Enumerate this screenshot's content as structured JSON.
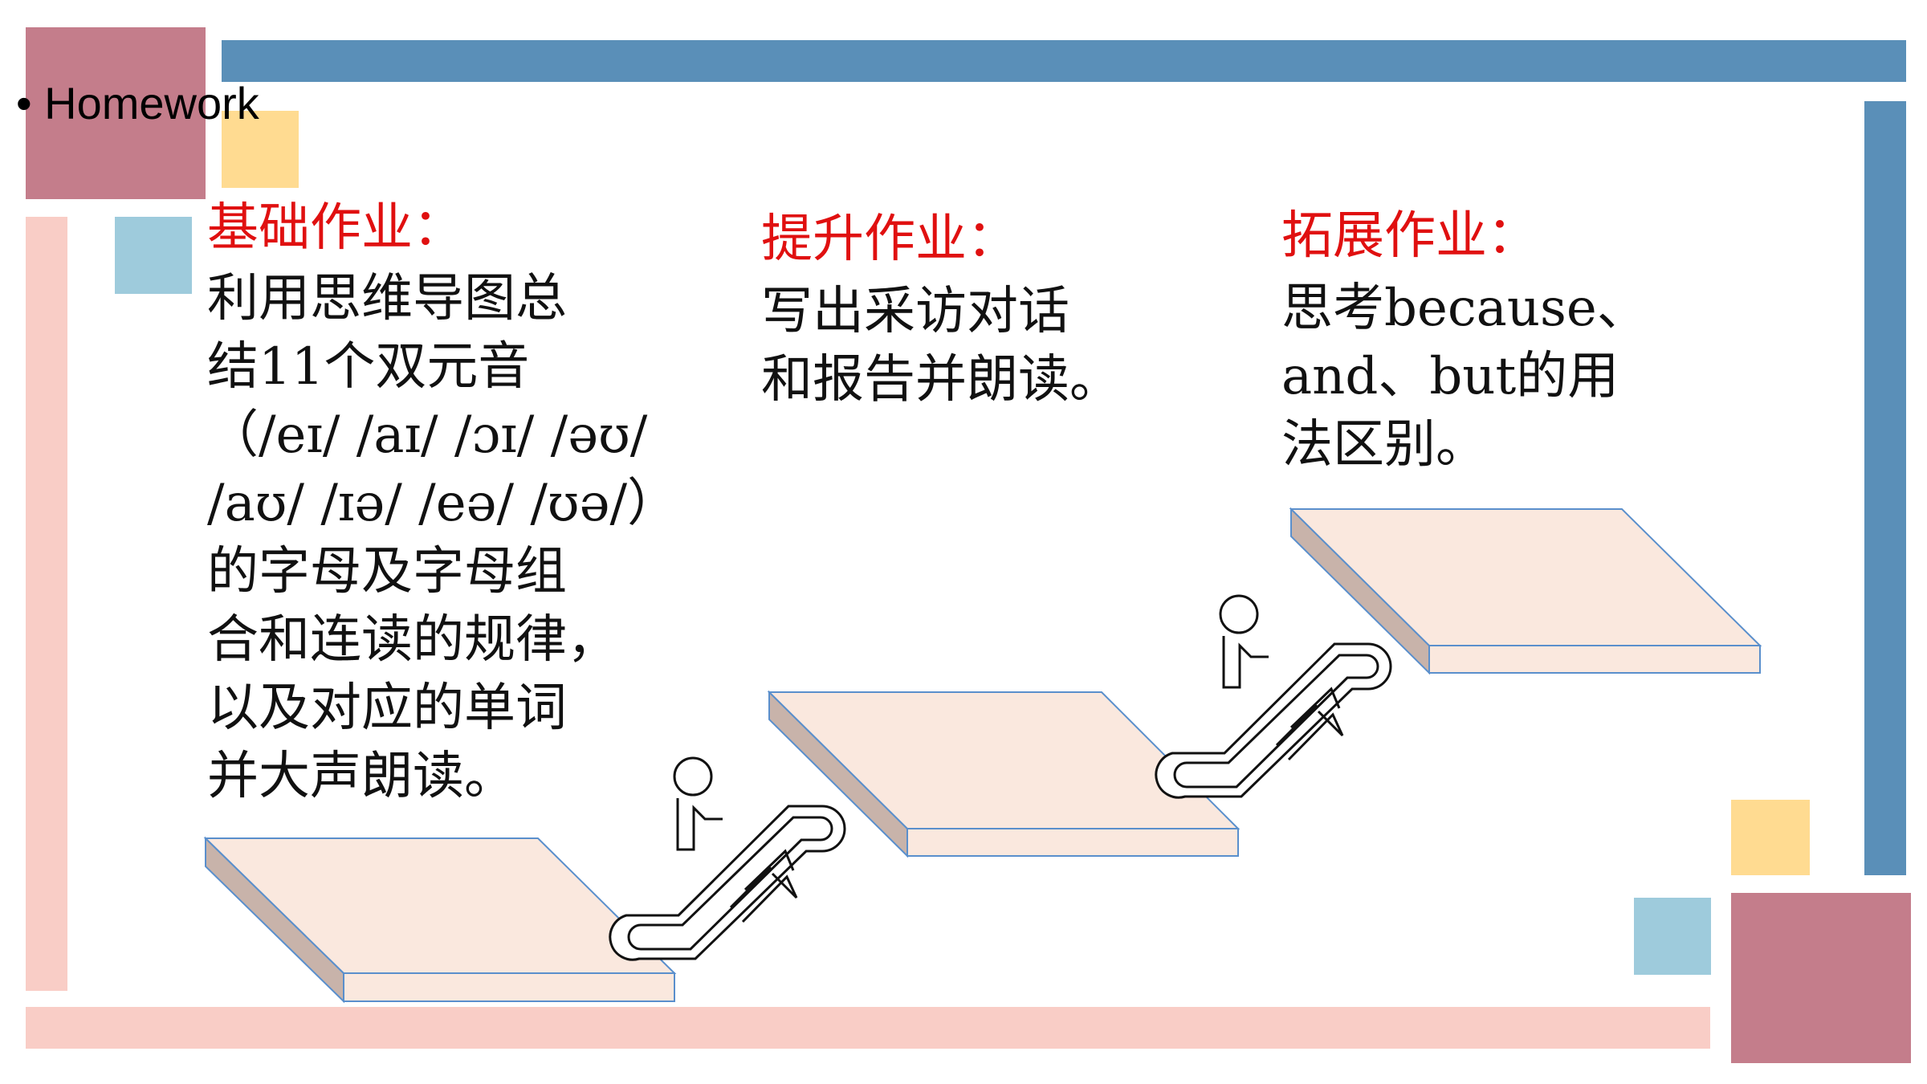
{
  "slide": {
    "bullet": "Homework",
    "colors": {
      "rose": "#c47d8b",
      "blue": "#5a8fb8",
      "yellow": "#ffdb91",
      "light_blue": "#9ecbdc",
      "pink": "#f9cdc6",
      "heading_red": "#e01010",
      "platform_fill": "#fae8de",
      "platform_side": "#c8b3aa",
      "platform_edge": "#5a8fcc"
    }
  },
  "columns": [
    {
      "heading": "基础作业：",
      "lines": [
        "利用思维导图总",
        "结11个双元音",
        "（/eɪ/ /aɪ/ /ɔɪ/ /əʊ/",
        "/aʊ/ /ɪə/ /eə/ /ʊə/）",
        "的字母及字母组",
        "合和连读的规律，",
        "以及对应的单词",
        "并大声朗读。"
      ]
    },
    {
      "heading": "提升作业：",
      "lines": [
        "写出采访对话",
        "和报告并朗读。"
      ]
    },
    {
      "heading": "拓展作业：",
      "lines": [
        "思考because、",
        "and、but的用",
        "法区别。"
      ]
    }
  ],
  "icons": {
    "escalator_1": "escalator-person-icon",
    "escalator_2": "escalator-person-icon"
  }
}
